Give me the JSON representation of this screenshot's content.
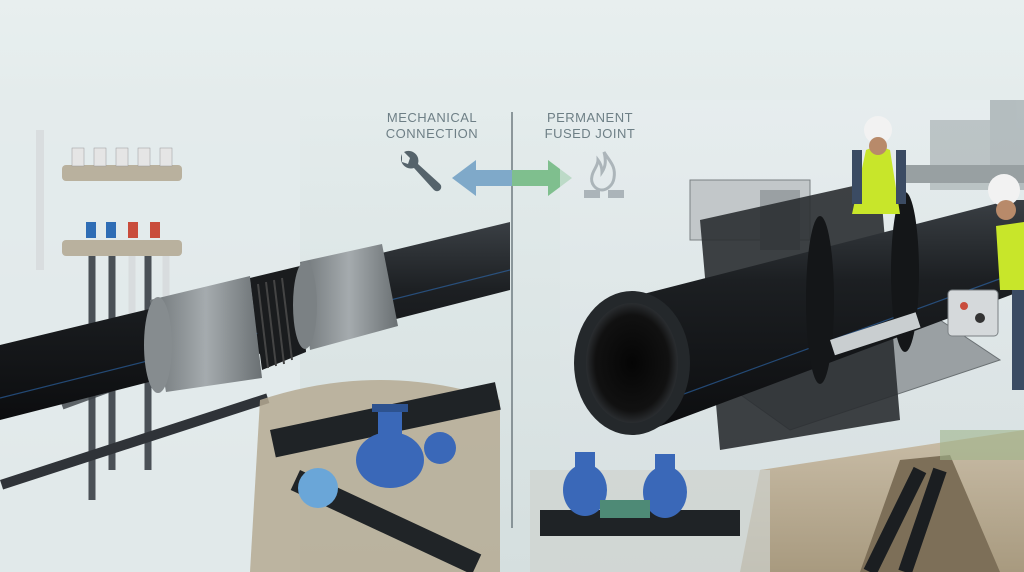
{
  "left_label": {
    "line1": "MECHANICAL",
    "line2": "CONNECTION"
  },
  "right_label": {
    "line1": "PERMANENT",
    "line2": "FUSED JOINT"
  },
  "icons": {
    "left": "wrench-icon",
    "center": "double-arrow-icon",
    "right": "flame-weld-icon"
  },
  "colors": {
    "pipe": "#1c1f22",
    "pipe_stripe": "#2f6db5",
    "fitting": "#8e9497",
    "valve": "#3a68b8",
    "safety_vest": "#c8e62a",
    "arrow_left": "#7fa9c9",
    "arrow_right": "#7fbf8e",
    "divider": "#6f7b80"
  }
}
